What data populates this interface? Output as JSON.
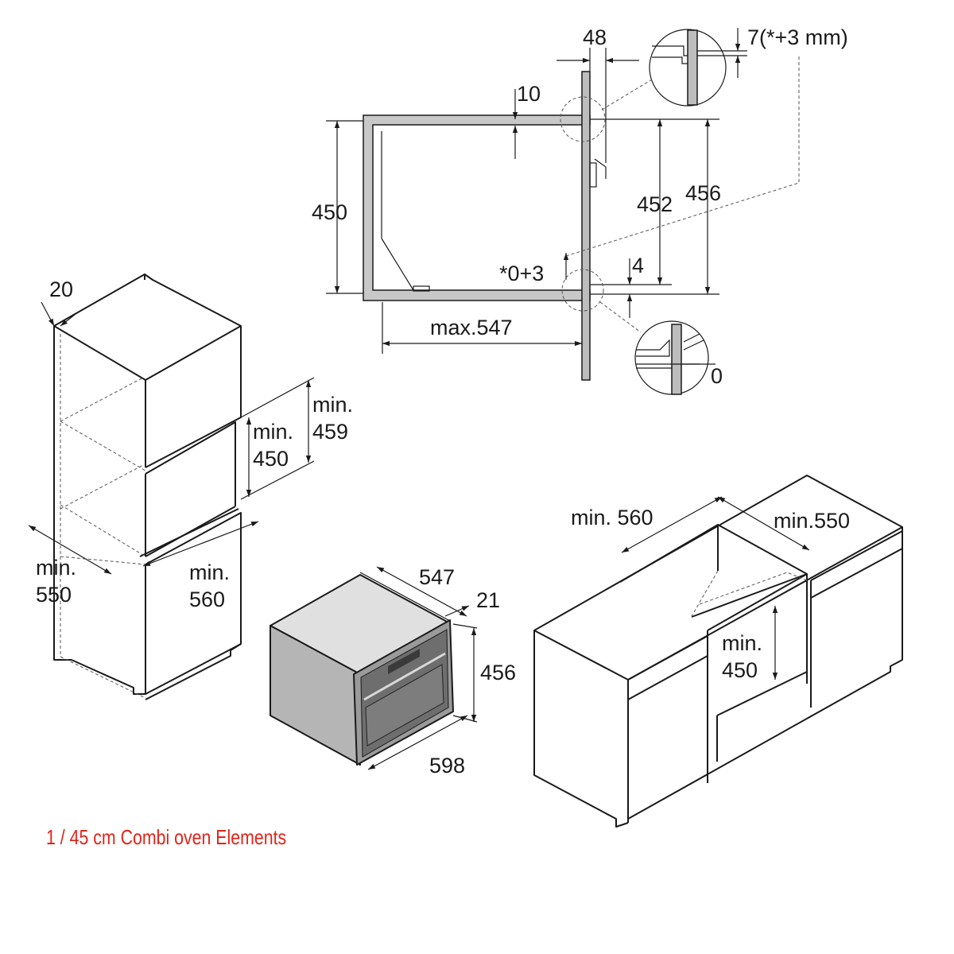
{
  "caption": {
    "text": "1 / 45 cm Combi oven Elements",
    "color": "#e2231a"
  },
  "section_view": {
    "dims": {
      "d48": "48",
      "d7": "7(*+3 mm)",
      "d10": "10",
      "d450": "450",
      "d452": "452",
      "d456": "456",
      "d03": "*0+3",
      "d4": "4",
      "max547": "max.547",
      "d0": "0"
    }
  },
  "tall_cabinet": {
    "dims": {
      "d20": "20",
      "min459_a": "min.",
      "min459_b": "459",
      "min450_a": "min.",
      "min450_b": "450",
      "min550_a": "min.",
      "min550_b": "550",
      "min560_a": "min.",
      "min560_b": "560"
    }
  },
  "oven": {
    "dims": {
      "d547": "547",
      "d21": "21",
      "d456": "456",
      "d598": "598"
    }
  },
  "base_cabinet": {
    "dims": {
      "min560": "min. 560",
      "min550": "min.550",
      "min450_a": "min.",
      "min450_b": "450"
    }
  },
  "colors": {
    "line": "#1a1a1a",
    "panel": "#bdbdbd",
    "accent": "#e2231a"
  }
}
